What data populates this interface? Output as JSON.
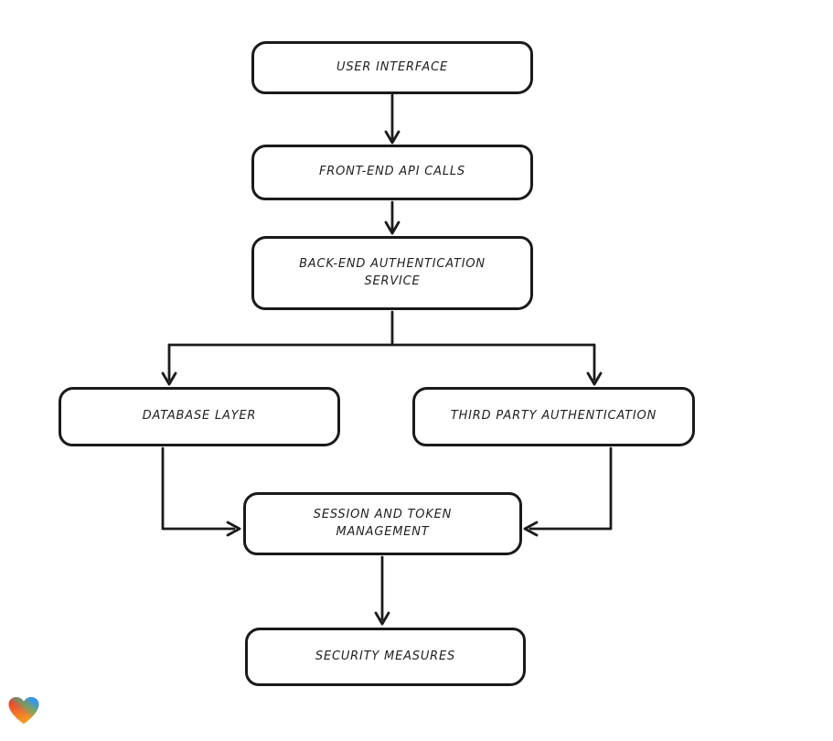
{
  "diagram": {
    "background_color": "#ffffff",
    "stroke_color": "#1b1b1b",
    "node_fill_color": "#ffffff",
    "nodes": [
      {
        "id": "user-interface",
        "label": "USER INTERFACE"
      },
      {
        "id": "front-end-api-calls",
        "label": "FRONT-END API CALLS"
      },
      {
        "id": "back-end-auth-service",
        "label": "BACK-END AUTHENTICATION SERVICE"
      },
      {
        "id": "database-layer",
        "label": "DATABASE LAYER"
      },
      {
        "id": "third-party-auth",
        "label": "THIRD PARTY AUTHENTICATION"
      },
      {
        "id": "session-token-management",
        "label": "SESSION AND TOKEN MANAGEMENT"
      },
      {
        "id": "security-measures",
        "label": "SECURITY MEASURES"
      }
    ],
    "edges": [
      {
        "from": "user-interface",
        "to": "front-end-api-calls"
      },
      {
        "from": "front-end-api-calls",
        "to": "back-end-auth-service"
      },
      {
        "from": "back-end-auth-service",
        "to": "database-layer"
      },
      {
        "from": "back-end-auth-service",
        "to": "third-party-auth"
      },
      {
        "from": "database-layer",
        "to": "session-token-management"
      },
      {
        "from": "third-party-auth",
        "to": "session-token-management"
      },
      {
        "from": "session-token-management",
        "to": "security-measures"
      }
    ]
  },
  "logo": {
    "name": "gradient-heart",
    "colors": [
      "#e8312e",
      "#f6a120",
      "#3bbf6e",
      "#2d9bf0"
    ]
  }
}
